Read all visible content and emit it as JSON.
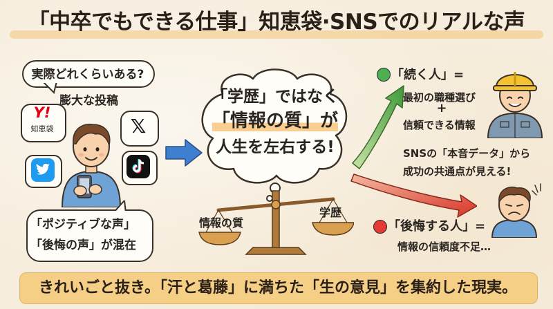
{
  "title": "「中卒でもできる仕事」知恵袋·SNSでのリアルな声",
  "left": {
    "question": "実際どれくらいある?",
    "posts": "膨大な投稿",
    "chiebukuro_logo": "Y!",
    "chiebukuro_label": "知恵袋",
    "x_glyph": "𝕏",
    "mixed_line1": "「ポジティブな声」",
    "mixed_line2": "「後悔の声」が混在"
  },
  "center": {
    "line1": "「学歴」ではなく",
    "line2": "「情報の質」が",
    "line3": "人生を左右する!",
    "scale_left": "情報の質",
    "scale_right": "学歴"
  },
  "right": {
    "continue_title": "「続く人」=",
    "continue_line1": "最初の職種選び",
    "continue_plus": "+",
    "continue_line2": "信頼できる情報",
    "sns_line1": "SNSの「本音データ」から",
    "sns_line2": "成功の共通点が見える!",
    "regret_title": "「後悔する人」=",
    "regret_line": "情報の信頼度不足…"
  },
  "bottom": "きれいごと抜き。「汗と葛藤」に満ちた「生の意見」を集約した現実。",
  "colors": {
    "background": "#f6eddc",
    "accent": "#f5cf86",
    "green": "#4caf50",
    "red": "#e53935",
    "blue_arrow": "#3f7fd0",
    "twitter": "#1d9bf0",
    "yahoo": "#e60012"
  }
}
